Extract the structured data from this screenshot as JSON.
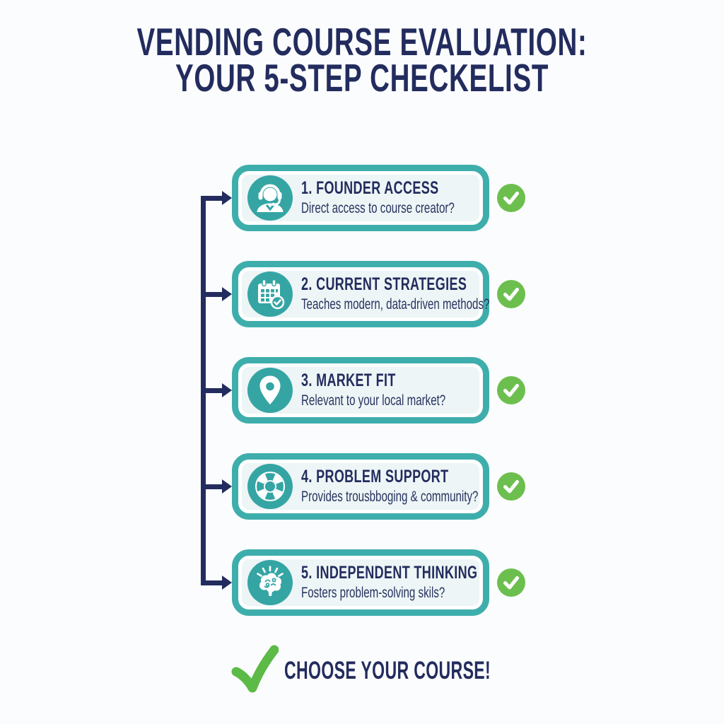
{
  "title": {
    "line1": "VENDING COURSE EVALUATION:",
    "line2": "YOUR 5-STEP CHECKELIST"
  },
  "steps": [
    {
      "title": "1. FOUNDER ACCESS",
      "subtitle": "Direct access to course creator?",
      "icon": "headset-agent-icon",
      "checked": true
    },
    {
      "title": "2. CURRENT STRATEGIES",
      "subtitle": "Teaches modern, data-driven methods?",
      "icon": "calendar-check-icon",
      "checked": true
    },
    {
      "title": "3. MARKET FIT",
      "subtitle": "Relevant to your local market?",
      "icon": "location-pin-icon",
      "checked": true
    },
    {
      "title": "4. PROBLEM SUPPORT",
      "subtitle": "Provides trousbboging & community?",
      "icon": "lifebuoy-icon",
      "checked": true
    },
    {
      "title": "5. INDEPENDENT THINKING",
      "subtitle": "Fosters problem-solving skils?",
      "icon": "brain-idea-icon",
      "checked": true
    }
  ],
  "footer": {
    "label": "CHOOSE YOUR COURSE!",
    "icon": "green-checkmark-icon"
  },
  "colors": {
    "navy_text": "#232c5e",
    "teal_border": "#3eaeac",
    "teal_icon_circle": "#35a5a4",
    "card_fill": "#edf5f6",
    "check_green": "#6cbf4e",
    "big_check_green": "#5cba47",
    "background": "#fbfcfd"
  }
}
